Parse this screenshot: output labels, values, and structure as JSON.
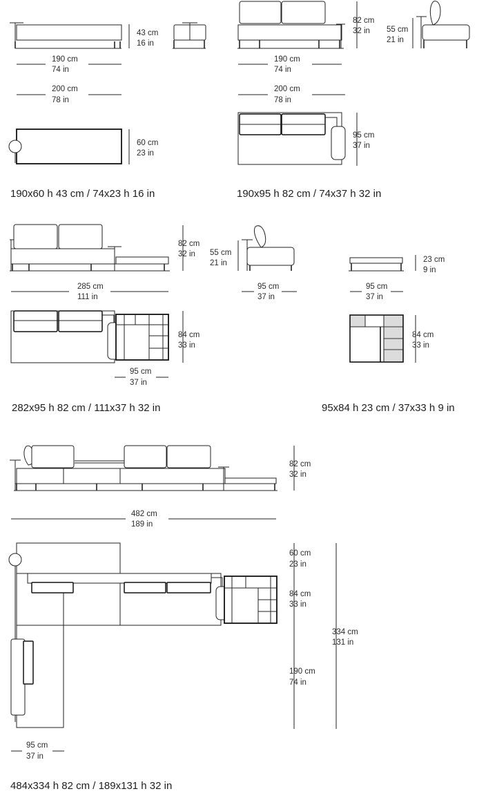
{
  "modules": [
    {
      "caption": "190x60 h 43 cm / 74x23 h 16 in",
      "height": {
        "cm": "43 cm",
        "in": "16  in"
      },
      "front_width": {
        "cm": "190 cm",
        "in": "74  in"
      },
      "plan_width": {
        "cm": "200 cm",
        "in": "78  in"
      },
      "depth": {
        "cm": "60 cm",
        "in": "23 in"
      }
    },
    {
      "caption": "190x95 h 82 cm / 74x37 h 32 in",
      "height": {
        "cm": "82 cm",
        "in": "32 in"
      },
      "side_height": {
        "cm": "55 cm",
        "in": "21  in"
      },
      "front_width": {
        "cm": "190 cm",
        "in": "74  in"
      },
      "plan_width": {
        "cm": "200 cm",
        "in": "78  in"
      },
      "depth": {
        "cm": "95 cm",
        "in": "37 in"
      }
    },
    {
      "caption": "282x95 h 82 cm / 111x37 h 32 in",
      "height": {
        "cm": "82 cm",
        "in": "32 in"
      },
      "front_width": {
        "cm": "285 cm",
        "in": "111  in"
      },
      "depth": {
        "cm": "84 cm",
        "in": "33 in"
      },
      "bottom_width": {
        "cm": "95 cm",
        "in": "37 in"
      },
      "side_height": {
        "cm": "55 cm",
        "in": "21  in"
      },
      "side_width": {
        "cm": "95 cm",
        "in": "37 in"
      }
    },
    {
      "caption": "95x84 h 23 cm / 37x33 h 9 in",
      "height": {
        "cm": "23 cm",
        "in": "9   in"
      },
      "width": {
        "cm": "95 cm",
        "in": "37 in"
      },
      "depth": {
        "cm": "84 cm",
        "in": "33 in"
      }
    },
    {
      "caption": "484x334 h 82 cm / 189x131 h 32 in",
      "height": {
        "cm": "82 cm",
        "in": "32 in"
      },
      "front_width": {
        "cm": "482 cm",
        "in": "189  in"
      },
      "depth_a": {
        "cm": "60 cm",
        "in": "23 in"
      },
      "depth_b": {
        "cm": "84 cm",
        "in": "33 in"
      },
      "depth_c": {
        "cm": "190 cm",
        "in": "74  in"
      },
      "total_depth": {
        "cm": "334 cm",
        "in": "131  in"
      },
      "chaise_width": {
        "cm": "95 cm",
        "in": "37 in"
      }
    }
  ]
}
